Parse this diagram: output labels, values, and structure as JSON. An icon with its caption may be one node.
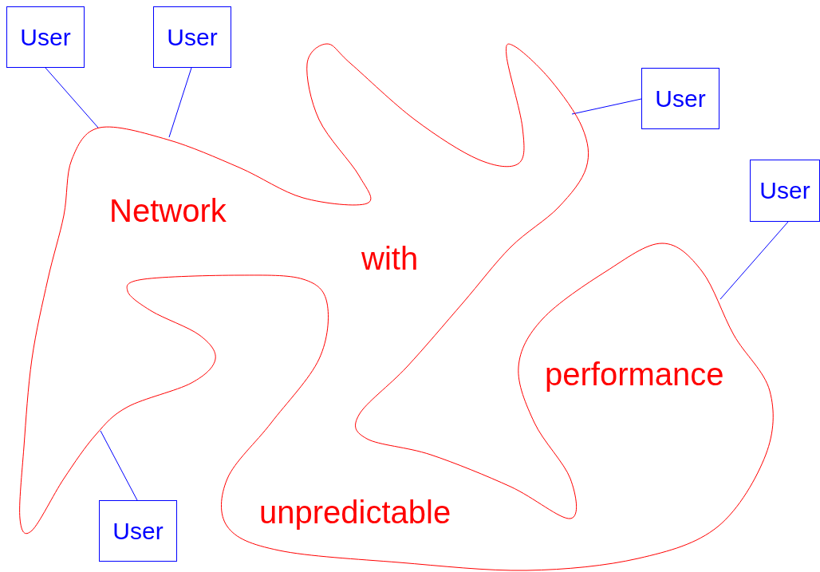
{
  "diagram": {
    "nodes": [
      {
        "text": [
          "Network",
          "with",
          "unpredictable",
          "performance"
        ]
      },
      {
        "text": [
          "User"
        ]
      },
      {
        "text": [
          "User"
        ]
      },
      {
        "text": [
          "User"
        ]
      },
      {
        "text": [
          "User"
        ]
      },
      {
        "text": [
          "User"
        ]
      }
    ],
    "edges": [
      {
        "from": 1,
        "to": 0,
        "arrow": "none"
      },
      {
        "from": 2,
        "to": 0,
        "arrow": "none"
      },
      {
        "from": 3,
        "to": 0,
        "arrow": "none"
      },
      {
        "from": 4,
        "to": 0,
        "arrow": "none"
      },
      {
        "from": 5,
        "to": 0,
        "arrow": "none"
      }
    ]
  }
}
